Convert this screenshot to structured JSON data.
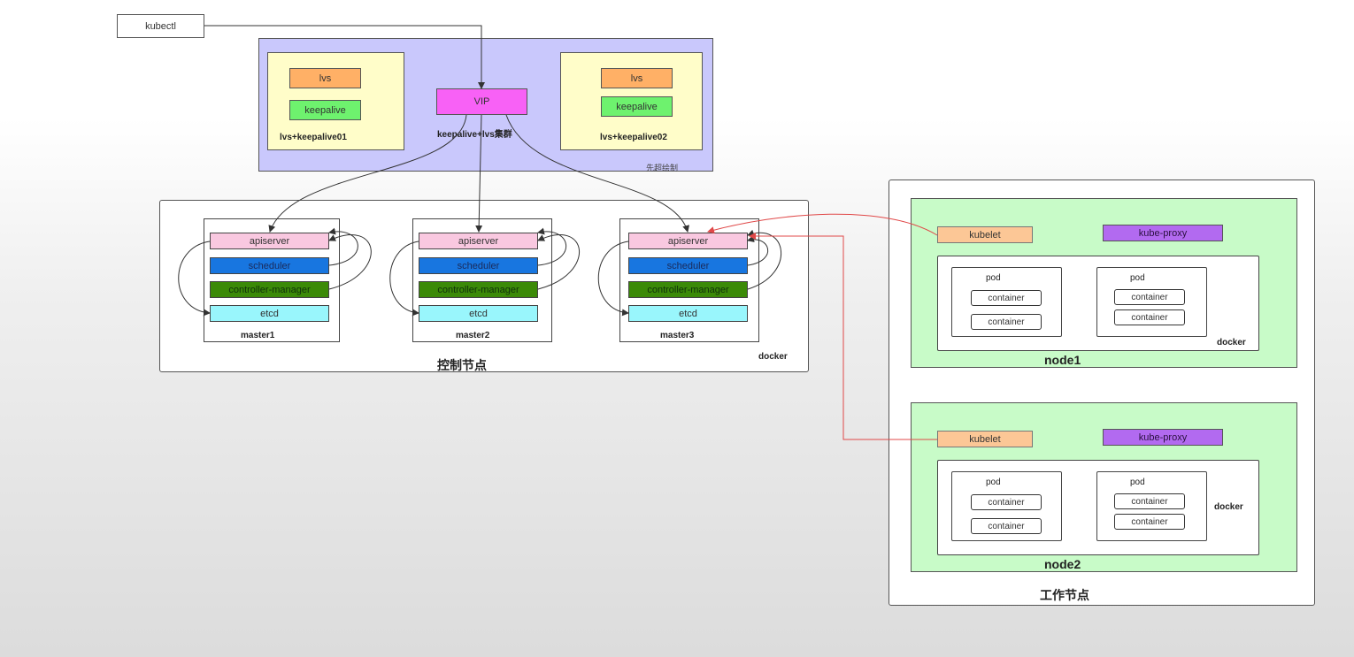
{
  "kubectl": "kubectl",
  "lb_cluster": {
    "vip": "VIP",
    "title": "keepalive+lvs集群",
    "note": "先超绘制",
    "left": {
      "lvs": "lvs",
      "keepalive": "keepalive",
      "name": "lvs+keepalive01"
    },
    "right": {
      "lvs": "lvs",
      "keepalive": "keepalive",
      "name": "lvs+keepalive02"
    }
  },
  "control_plane": {
    "title": "控制节点",
    "runtime": "docker",
    "masters": [
      {
        "name": "master1",
        "apiserver": "apiserver",
        "scheduler": "scheduler",
        "controller_manager": "controller-manager",
        "etcd": "etcd"
      },
      {
        "name": "master2",
        "apiserver": "apiserver",
        "scheduler": "scheduler",
        "controller_manager": "controller-manager",
        "etcd": "etcd"
      },
      {
        "name": "master3",
        "apiserver": "apiserver",
        "scheduler": "scheduler",
        "controller_manager": "controller-manager",
        "etcd": "etcd"
      }
    ]
  },
  "workers": {
    "title": "工作节点",
    "nodes": [
      {
        "name": "node1",
        "kubelet": "kubelet",
        "kube_proxy": "kube-proxy",
        "runtime": "docker",
        "pods": [
          {
            "label": "pod",
            "containers": [
              "container",
              "container"
            ]
          },
          {
            "label": "pod",
            "containers": [
              "container",
              "container"
            ]
          }
        ]
      },
      {
        "name": "node2",
        "kubelet": "kubelet",
        "kube_proxy": "kube-proxy",
        "runtime": "docker",
        "pods": [
          {
            "label": "pod",
            "containers": [
              "container",
              "container"
            ]
          },
          {
            "label": "pod",
            "containers": [
              "container",
              "container"
            ]
          }
        ]
      }
    ]
  },
  "colors": {
    "lb_bg": "#c9c8fc",
    "lb_inner_bg": "#fffdc9",
    "vip": "#f861f6",
    "node_bg": "#c8fbc8",
    "red_link": "#e04848"
  }
}
